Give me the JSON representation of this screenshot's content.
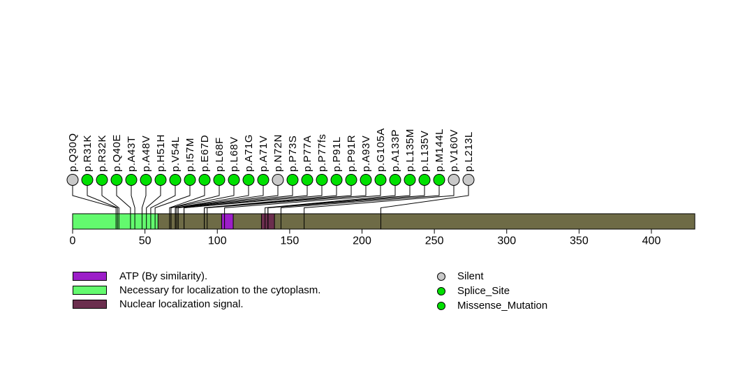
{
  "chart_data": {
    "type": "lollipop",
    "title": "",
    "axis": {
      "ticks": [
        0,
        50,
        100,
        150,
        200,
        250,
        300,
        350,
        400
      ],
      "range": [
        0,
        430
      ],
      "grid": false
    },
    "gene_track": {
      "start": 0,
      "end": 430,
      "color": "#6E6B46"
    },
    "domains": [
      {
        "label": "ATP (By similarity).",
        "start": 103,
        "end": 111,
        "color": "#9C1EC8"
      },
      {
        "label": "Necessary for localization to the cytoplasm.",
        "start": 0,
        "end": 59,
        "color": "#63FA6E"
      },
      {
        "label": "Nuclear localization signal.",
        "start": 130.5,
        "end": 139.5,
        "color": "#6B2E4E"
      }
    ],
    "mutation_colors": {
      "Silent": "#C9C9C9",
      "Splice_Site": "#00E000",
      "Missense_Mutation": "#00E000"
    },
    "mutations": [
      {
        "label": "p.Q30Q",
        "pos": 30,
        "type": "Silent"
      },
      {
        "label": "p.R31K",
        "pos": 31,
        "type": "Missense_Mutation"
      },
      {
        "label": "p.R32K",
        "pos": 32,
        "type": "Missense_Mutation"
      },
      {
        "label": "p.Q40E",
        "pos": 40,
        "type": "Missense_Mutation"
      },
      {
        "label": "p.A43T",
        "pos": 43,
        "type": "Missense_Mutation"
      },
      {
        "label": "p.A48V",
        "pos": 48,
        "type": "Missense_Mutation"
      },
      {
        "label": "p.H51H",
        "pos": 51,
        "type": "Splice_Site"
      },
      {
        "label": "p.V54L",
        "pos": 54,
        "type": "Missense_Mutation"
      },
      {
        "label": "p.I57M",
        "pos": 57,
        "type": "Missense_Mutation"
      },
      {
        "label": "p.E67D",
        "pos": 67,
        "type": "Missense_Mutation"
      },
      {
        "label": "p.L68F",
        "pos": 68,
        "type": "Missense_Mutation"
      },
      {
        "label": "p.L68V",
        "pos": 68,
        "type": "Missense_Mutation"
      },
      {
        "label": "p.A71G",
        "pos": 71,
        "type": "Missense_Mutation"
      },
      {
        "label": "p.A71V",
        "pos": 71,
        "type": "Missense_Mutation"
      },
      {
        "label": "p.N72N",
        "pos": 72,
        "type": "Silent"
      },
      {
        "label": "p.P73S",
        "pos": 73,
        "type": "Missense_Mutation"
      },
      {
        "label": "p.P77A",
        "pos": 77,
        "type": "Missense_Mutation"
      },
      {
        "label": "p.P77fs",
        "pos": 77,
        "type": "Splice_Site"
      },
      {
        "label": "p.P91L",
        "pos": 91,
        "type": "Missense_Mutation"
      },
      {
        "label": "p.P91R",
        "pos": 91,
        "type": "Missense_Mutation"
      },
      {
        "label": "p.A93V",
        "pos": 93,
        "type": "Missense_Mutation"
      },
      {
        "label": "p.G105A",
        "pos": 105,
        "type": "Missense_Mutation"
      },
      {
        "label": "p.A133P",
        "pos": 133,
        "type": "Missense_Mutation"
      },
      {
        "label": "p.L135M",
        "pos": 135,
        "type": "Missense_Mutation"
      },
      {
        "label": "p.L135V",
        "pos": 135,
        "type": "Missense_Mutation"
      },
      {
        "label": "p.M144L",
        "pos": 144,
        "type": "Missense_Mutation"
      },
      {
        "label": "p.V160V",
        "pos": 160,
        "type": "Silent"
      },
      {
        "label": "p.L213L",
        "pos": 213,
        "type": "Silent"
      }
    ],
    "legend_domains": [
      {
        "label": "ATP (By similarity).",
        "color": "#9C1EC8"
      },
      {
        "label": "Necessary for localization to the cytoplasm.",
        "color": "#63FA6E"
      },
      {
        "label": "Nuclear localization signal.",
        "color": "#6B2E4E"
      }
    ],
    "legend_mutation_types": [
      {
        "label": "Silent",
        "color": "#C9C9C9"
      },
      {
        "label": "Splice_Site",
        "color": "#00E000"
      },
      {
        "label": "Missense_Mutation",
        "color": "#00E000"
      }
    ]
  }
}
